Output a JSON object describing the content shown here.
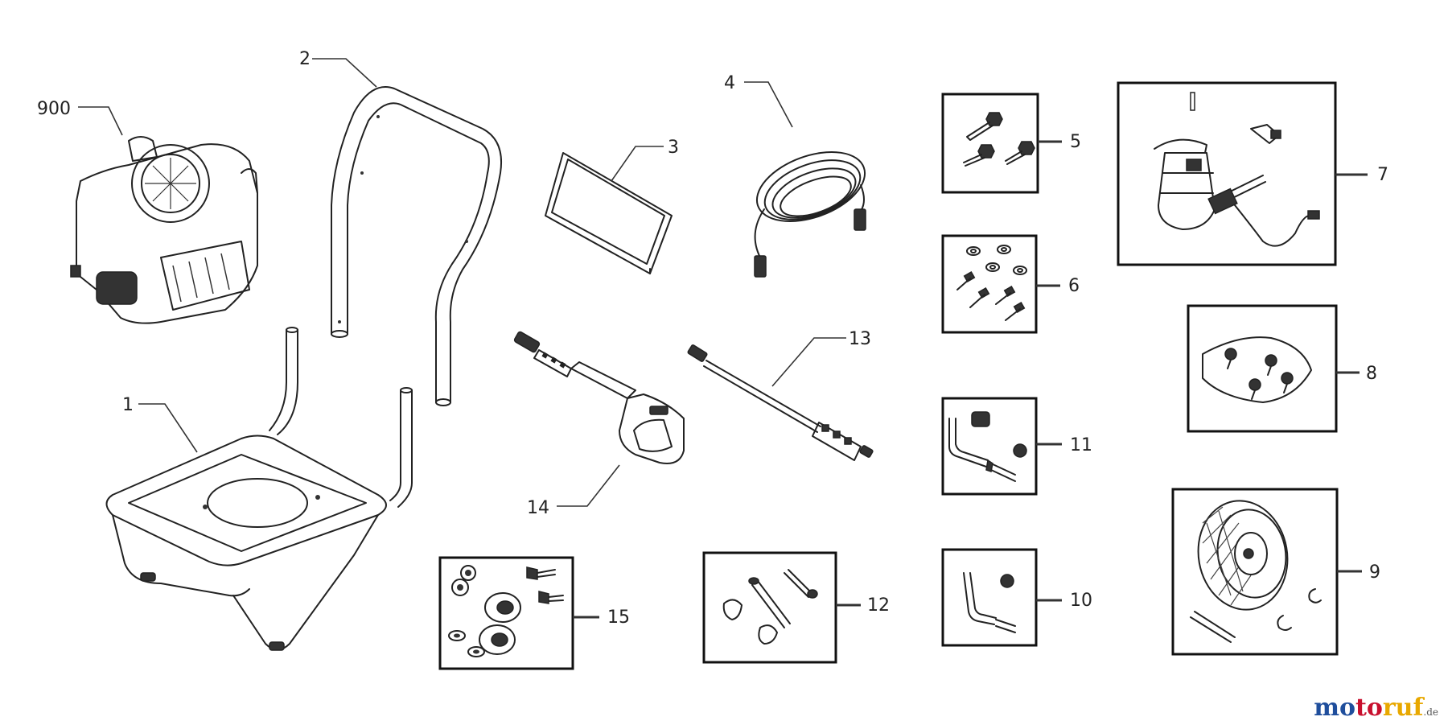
{
  "parts": [
    {
      "id": "900",
      "label": "900",
      "name": "engine"
    },
    {
      "id": "1",
      "label": "1",
      "name": "base-frame"
    },
    {
      "id": "2",
      "label": "2",
      "name": "handle"
    },
    {
      "id": "3",
      "label": "3",
      "name": "plate"
    },
    {
      "id": "4",
      "label": "4",
      "name": "high-pressure-hose"
    },
    {
      "id": "5",
      "label": "5",
      "name": "bolt-kit"
    },
    {
      "id": "6",
      "label": "6",
      "name": "bolt-washer-kit"
    },
    {
      "id": "7",
      "label": "7",
      "name": "pump-assembly"
    },
    {
      "id": "8",
      "label": "8",
      "name": "nozzle-kit"
    },
    {
      "id": "9",
      "label": "9",
      "name": "wheel-kit"
    },
    {
      "id": "10",
      "label": "10",
      "name": "pin-kit"
    },
    {
      "id": "11",
      "label": "11",
      "name": "pin-bolt-kit"
    },
    {
      "id": "12",
      "label": "12",
      "name": "bolt-knob-kit"
    },
    {
      "id": "13",
      "label": "13",
      "name": "lance"
    },
    {
      "id": "14",
      "label": "14",
      "name": "spray-gun"
    },
    {
      "id": "15",
      "label": "15",
      "name": "hardware-kit"
    }
  ],
  "watermark": {
    "part1": "mo",
    "part2": "to",
    "part3": "ruf",
    "tld": ".de"
  }
}
